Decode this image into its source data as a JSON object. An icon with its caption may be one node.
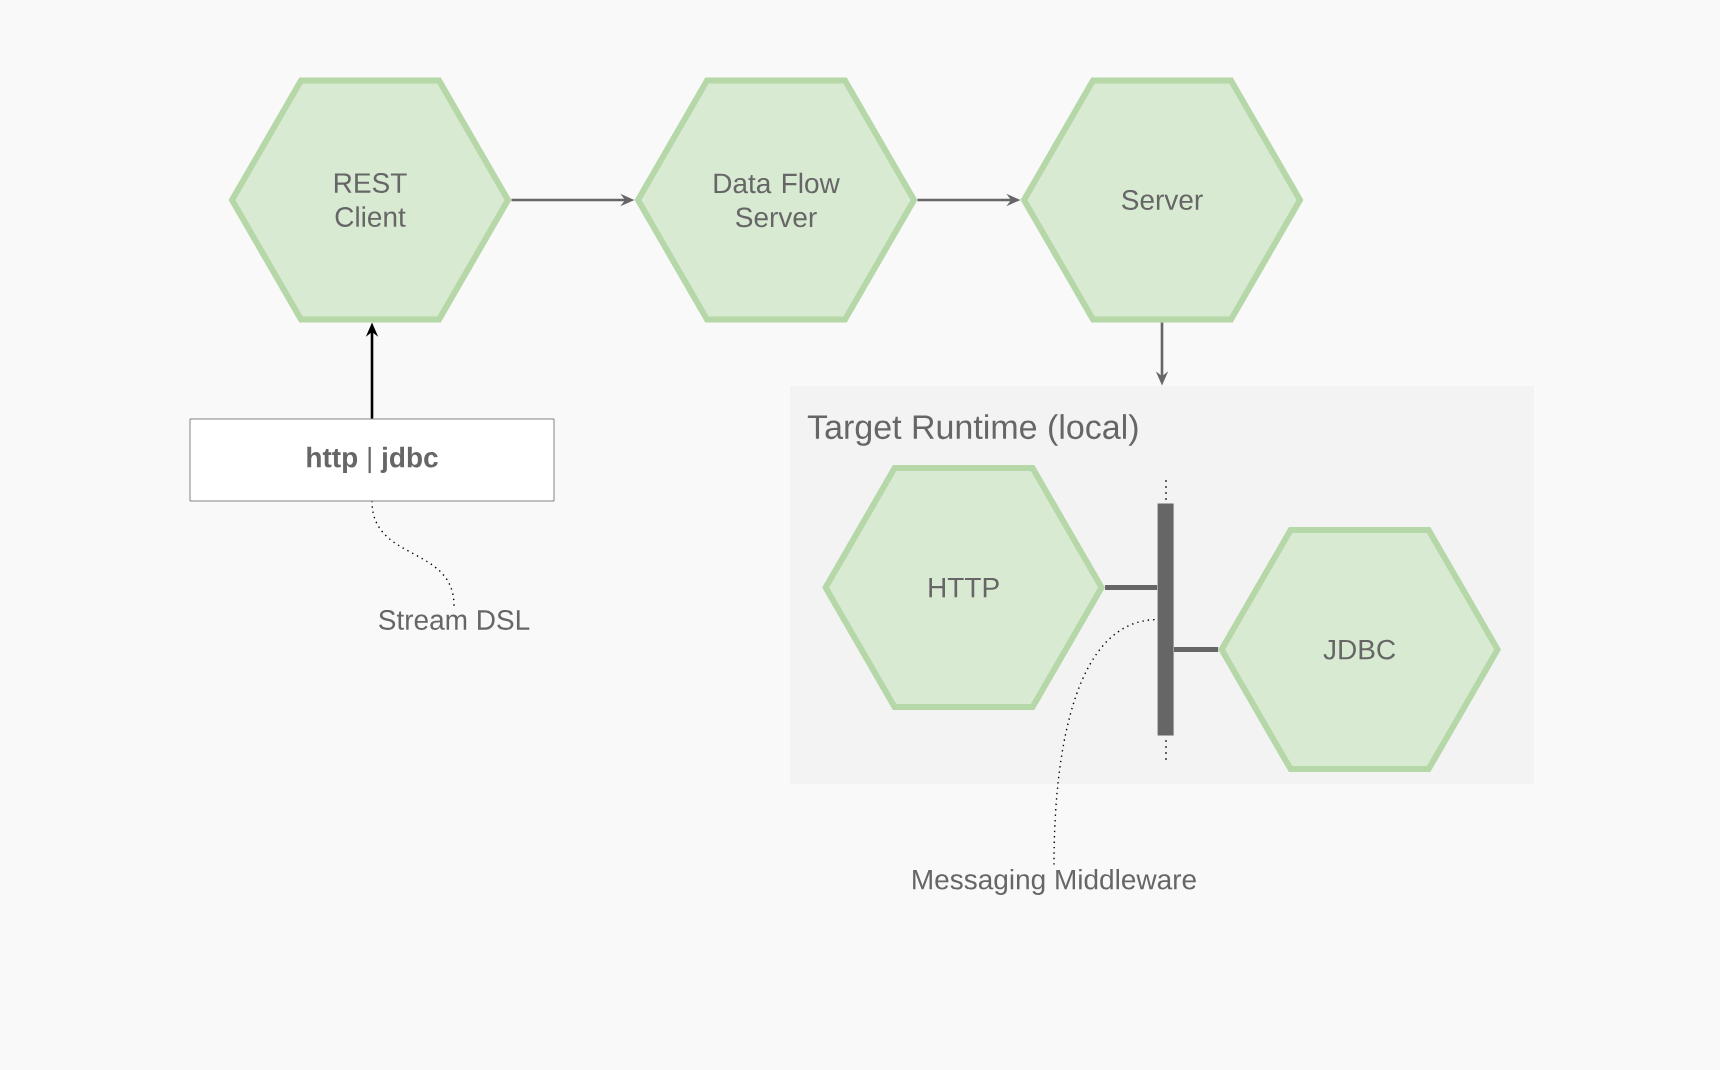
{
  "diagram": {
    "nodes": [
      {
        "text": [
          "REST Client"
        ]
      },
      {
        "text": [
          "Data Flow Server"
        ]
      },
      {
        "text": [
          "Server"
        ]
      },
      {
        "text": [
          "Target Runtime (local)"
        ]
      },
      {
        "text": [
          "HTTP"
        ],
        "in": 3
      },
      {
        "text": [
          "JDBC"
        ],
        "in": 3
      },
      {
        "text": [],
        "shape": "bar",
        "in": 3
      },
      {
        "text": [
          "**http** | **jdbc**"
        ]
      },
      {
        "text": [
          "Stream DSL"
        ]
      },
      {
        "text": [
          "Messaging Middleware"
        ]
      }
    ],
    "edges": [
      {
        "from": 0,
        "to": 1,
        "arrow": "to"
      },
      {
        "from": 1,
        "to": 2,
        "arrow": "to"
      },
      {
        "from": 2,
        "to": 3,
        "arrow": "to"
      },
      {
        "from": 7,
        "to": 0,
        "arrow": "to",
        "color": "#000000"
      },
      {
        "from": 4,
        "to": 6,
        "arrow": "none"
      },
      {
        "from": 6,
        "to": 5,
        "arrow": "none"
      },
      {
        "from": 8,
        "to": 7,
        "arrow": "none",
        "style": "dashed",
        "color": "#000000"
      },
      {
        "from": 9,
        "to": 6,
        "arrow": "none",
        "style": "dashed",
        "color": "#000000"
      }
    ]
  }
}
